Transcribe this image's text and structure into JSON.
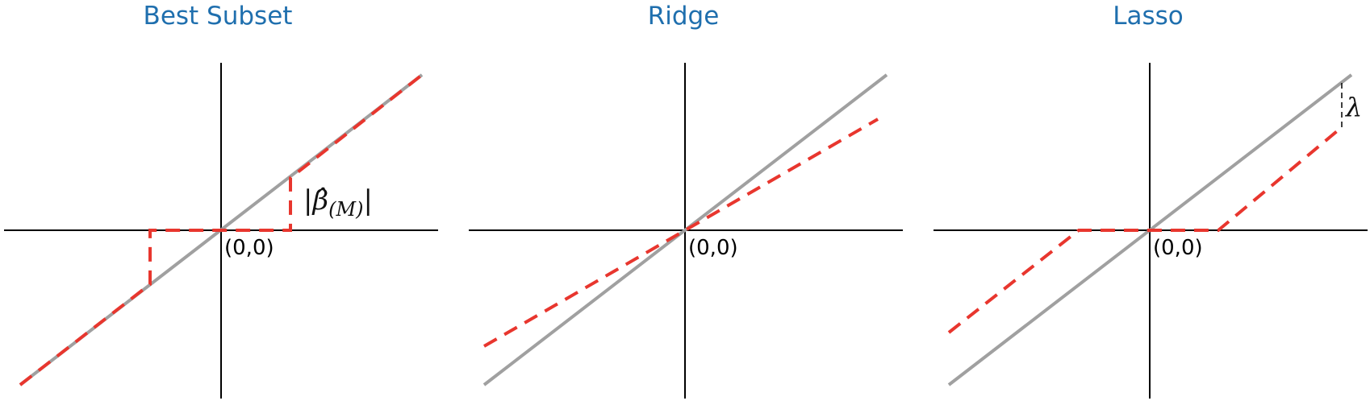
{
  "panels": [
    {
      "id": "best-subset",
      "title": "Best Subset",
      "origin_label": "(0,0)",
      "annotation": "|β̂(M)|",
      "annotation_main": "|β̂",
      "annotation_sub": "(M)",
      "annotation_close": "|"
    },
    {
      "id": "ridge",
      "title": "Ridge",
      "origin_label": "(0,0)"
    },
    {
      "id": "lasso",
      "title": "Lasso",
      "origin_label": "(0,0)",
      "annotation": "λ"
    }
  ],
  "colors": {
    "title": "#1f6fae",
    "identity_line": "#a0a0a0",
    "estimator_line": "#e8362e",
    "axis": "#000000"
  }
}
